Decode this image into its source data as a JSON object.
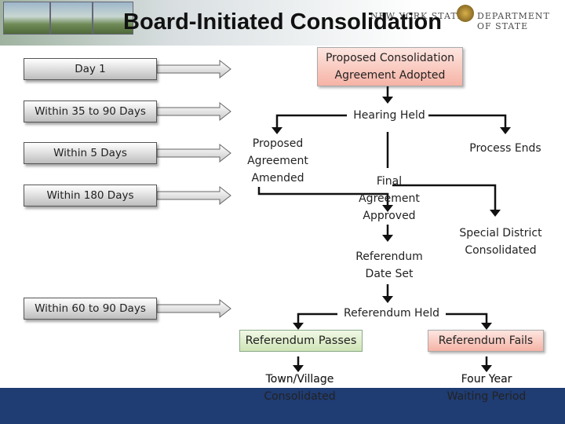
{
  "header": {
    "title": "Board-Initiated Consolidation",
    "brand_state": "NEW YORK STATE",
    "brand_department": "DEPARTMENT OF STATE"
  },
  "timeline": [
    {
      "label": "Day 1"
    },
    {
      "label": "Within 35 to 90 Days"
    },
    {
      "label": "Within 5 Days"
    },
    {
      "label": "Within 180 Days"
    },
    {
      "label": "Within 60 to 90 Days"
    }
  ],
  "flow": {
    "agreement_adopted": "Proposed Consolidation\nAgreement Adopted",
    "hearing_held": "Hearing Held",
    "agreement_amended": "Proposed\nAgreement\nAmended",
    "process_ends": "Process Ends",
    "final_approved": "Final\nAgreement\nApproved",
    "district_consolidated": "Special District\nConsolidated",
    "referendum_date_set": "Referendum\nDate Set",
    "referendum_held": "Referendum Held",
    "referendum_passes": "Referendum Passes",
    "referendum_fails": "Referendum Fails",
    "town_consolidated": "Town/Village\nConsolidated",
    "waiting_period": "Four Year\nWaiting Period"
  },
  "colors": {
    "footer": "#1f3c73",
    "pink_box": "#f6b3a6",
    "green_box": "#cfe4b5",
    "timeline_box": "#d0d0d0"
  }
}
